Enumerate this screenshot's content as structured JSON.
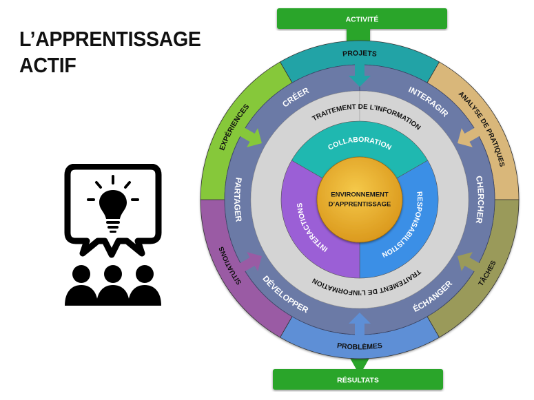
{
  "title": {
    "line1": "L’APPRENTISSAGE",
    "line2": "ACTIF"
  },
  "illustration": {
    "icon": "presentation-lightbulb-audience-icon"
  },
  "diagram": {
    "top_box": {
      "label": "ACTIVITÉ",
      "color": "#2aa52a"
    },
    "bottom_box": {
      "label": "RÉSULTATS",
      "color": "#2aa52a"
    },
    "outer_ring": [
      {
        "label": "PROJETS",
        "color": "#22a3a6",
        "text_color": "#111111"
      },
      {
        "label": "ANALYSE DE PRATIQUES",
        "color": "#d9b77a",
        "text_color": "#111111"
      },
      {
        "label": "TÂCHES",
        "color": "#9a9a5a",
        "text_color": "#111111"
      },
      {
        "label": "PROBLÈMES",
        "color": "#5e8fd6",
        "text_color": "#111111"
      },
      {
        "label": "SITUATIONS",
        "color": "#9a5ba4",
        "text_color": "#111111"
      },
      {
        "label": "EXPÉRIENCES",
        "color": "#86c83a",
        "text_color": "#111111"
      }
    ],
    "action_ring": {
      "color": "#6b7aa6",
      "text_color": "#ffffff",
      "items": [
        "CRÉER",
        "INTERAGIR",
        "CHERCHER",
        "ÉCHANGER",
        "DÉVELOPPER",
        "PARTAGER"
      ]
    },
    "info_ring": {
      "color": "#d4d4d4",
      "top_label": "TRAITEMENT DE L’INFORMATION",
      "bottom_label": "TRAITEMENT DE L’INFORMATION"
    },
    "inner_segments": [
      {
        "label": "COLLABORATION",
        "color": "#1fb8b0"
      },
      {
        "label": "RESPONSABILISTION",
        "color": "#3b8fe6"
      },
      {
        "label": "INTERACTIONS",
        "color": "#9b5fd6"
      }
    ],
    "core": {
      "line1": "ENVIRONNEMENT",
      "line2": "D’APPRENTISSAGE",
      "color": "#e8a91e"
    }
  }
}
